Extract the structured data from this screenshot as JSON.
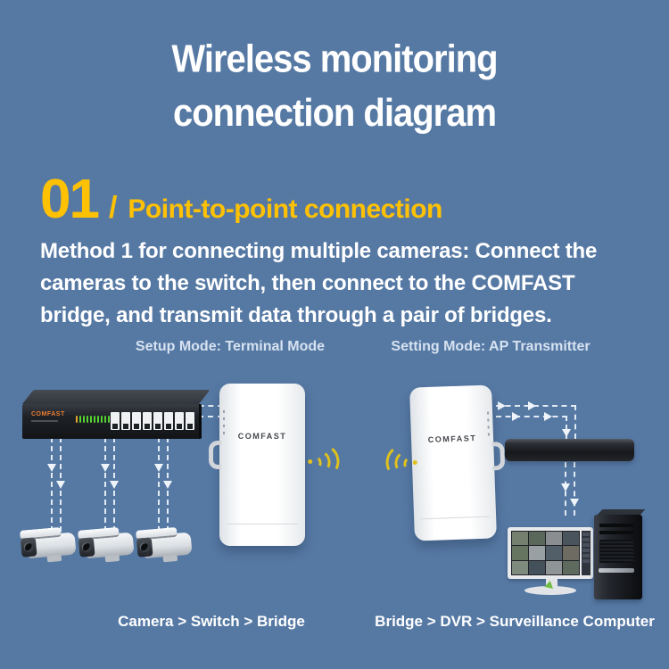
{
  "colors": {
    "background": "#5679A4",
    "accent_yellow": "#FFC103",
    "wifi_yellow": "#E0C11C",
    "mode_label_color": "#D6E2F0",
    "text_white": "#FFFFFF",
    "switch_logo_orange": "#ED7D31",
    "led_green": "#56D334"
  },
  "title": {
    "line1": "Wireless monitoring",
    "line2": "connection diagram"
  },
  "section": {
    "number": "01",
    "separator": "/",
    "heading": "Point-to-point connection"
  },
  "description": {
    "lines": [
      "Method 1 for connecting multiple cameras: Connect the",
      "cameras to the switch, then connect to the COMFAST",
      "bridge, and transmit data through a pair of bridges."
    ]
  },
  "modes": {
    "left": "Setup Mode: Terminal Mode",
    "right": "Setting Mode: AP Transmitter"
  },
  "devices": {
    "switch": {
      "brand": "COMFAST",
      "port_count": 8,
      "led_count": 10
    },
    "bridge_left": {
      "brand": "COMFAST"
    },
    "bridge_right": {
      "brand": "COMFAST"
    },
    "camera_count": 3,
    "monitor": {
      "sidebar_rows": 6,
      "screen_cells": [
        "#76806F",
        "#5A675B",
        "#8A8E91",
        "#49545C",
        "#66755F",
        "#99A0A4",
        "#525F68",
        "#6E6B63",
        "#7E8A7D",
        "#44505A",
        "#8F9496",
        "#5E6A5E"
      ]
    }
  },
  "captions": {
    "left": "Camera > Switch > Bridge",
    "right": "Bridge > DVR > Surveillance Computer"
  }
}
